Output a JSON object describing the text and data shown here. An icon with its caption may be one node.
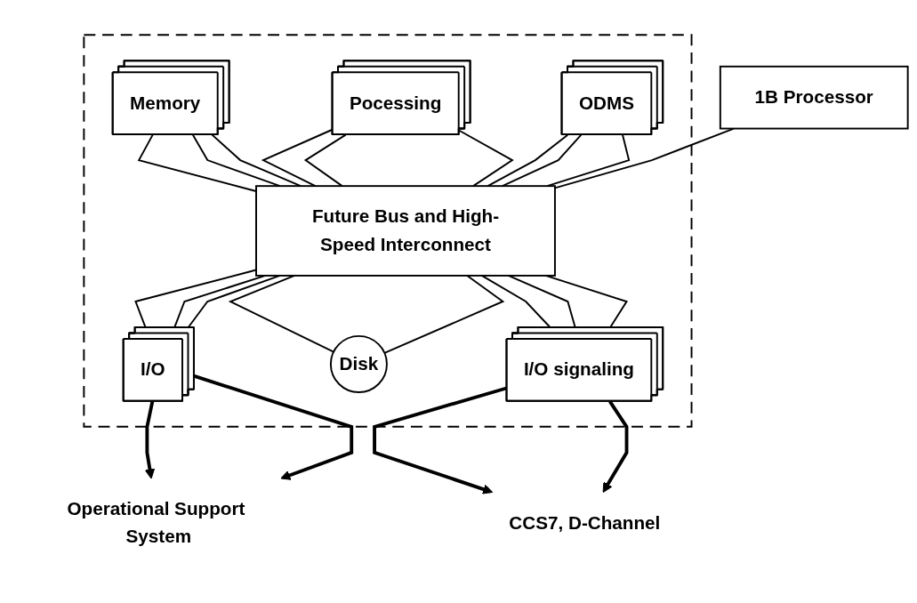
{
  "diagram": {
    "nodes": [
      {
        "text": [],
        "shape": "box"
      },
      {
        "text": [
          "Memory"
        ],
        "in": 0
      },
      {
        "text": [
          "Pocessing"
        ],
        "in": 0
      },
      {
        "text": [
          "ODMS"
        ],
        "in": 0
      },
      {
        "text": [
          "1B Processor"
        ]
      },
      {
        "text": [
          "Future Bus and High-Speed Interconnect"
        ],
        "in": 0
      },
      {
        "text": [
          "I/O"
        ],
        "in": 0
      },
      {
        "text": [
          "Disk"
        ],
        "in": 0
      },
      {
        "text": [
          "I/O signaling"
        ],
        "in": 0
      },
      {
        "text": [
          "Operational Support System"
        ]
      },
      {
        "text": [
          "CCS7, D-Channel"
        ]
      }
    ],
    "edges": [
      {
        "from": 1,
        "to": 5,
        "arrow": "none"
      },
      {
        "from": 1,
        "to": 5,
        "arrow": "none"
      },
      {
        "from": 1,
        "to": 5,
        "arrow": "none"
      },
      {
        "from": 2,
        "to": 5,
        "arrow": "none"
      },
      {
        "from": 2,
        "to": 5,
        "arrow": "none"
      },
      {
        "from": 2,
        "to": 5,
        "arrow": "none"
      },
      {
        "from": 3,
        "to": 5,
        "arrow": "none"
      },
      {
        "from": 3,
        "to": 5,
        "arrow": "none"
      },
      {
        "from": 3,
        "to": 5,
        "arrow": "none"
      },
      {
        "from": 4,
        "to": 5,
        "arrow": "none"
      },
      {
        "from": 5,
        "to": 6,
        "arrow": "none"
      },
      {
        "from": 5,
        "to": 6,
        "arrow": "none"
      },
      {
        "from": 5,
        "to": 6,
        "arrow": "none"
      },
      {
        "from": 5,
        "to": 7,
        "arrow": "none"
      },
      {
        "from": 5,
        "to": 7,
        "arrow": "none"
      },
      {
        "from": 5,
        "to": 8,
        "arrow": "none"
      },
      {
        "from": 5,
        "to": 8,
        "arrow": "none"
      },
      {
        "from": 5,
        "to": 8,
        "arrow": "none"
      },
      {
        "from": 6,
        "to": 9,
        "arrow": "to",
        "style": "thick"
      },
      {
        "from": 6,
        "to": 9,
        "arrow": "to",
        "style": "thick"
      },
      {
        "from": 8,
        "to": 10,
        "arrow": "to",
        "style": "thick"
      },
      {
        "from": 8,
        "to": 10,
        "arrow": "to",
        "style": "thick"
      }
    ]
  }
}
